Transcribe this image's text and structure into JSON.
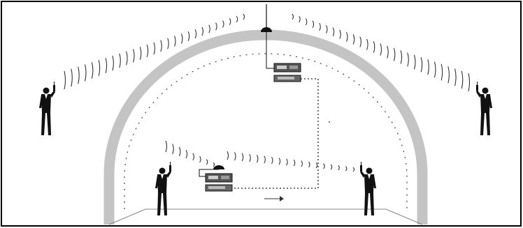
{
  "diagram": {
    "colors": {
      "frame": "#000000",
      "tunnel_wall": "#c4c4c4",
      "ink": "#111111",
      "wave": "#333333",
      "equipment": "#555555"
    },
    "elements": {
      "people": 4,
      "radios": 2,
      "antennas": 2,
      "arrow": "right"
    }
  }
}
